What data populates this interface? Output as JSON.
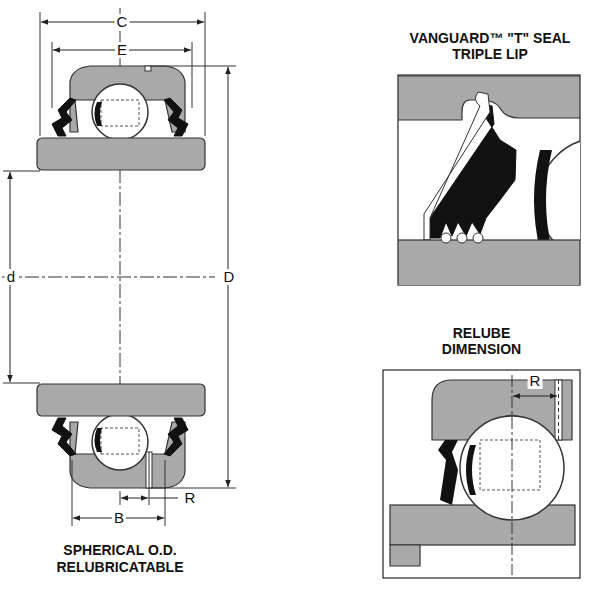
{
  "diagram": {
    "caption": "SPHERICAL O.D. RELUBRICATABLE",
    "nodes": [
      {
        "text": [
          "VANGUARD™ \"T\" SEAL TRIPLE LIP"
        ]
      },
      {
        "text": [
          "RELUBE DIMENSION"
        ]
      }
    ],
    "labels": [
      "C",
      "E",
      "d",
      "D",
      "B",
      "R",
      "R"
    ]
  }
}
